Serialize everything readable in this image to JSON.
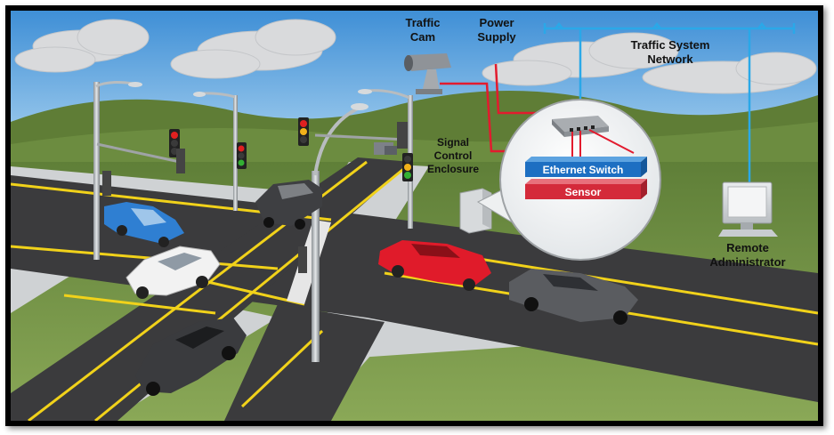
{
  "labels": {
    "traffic_cam_line1": "Traffic",
    "traffic_cam_line2": "Cam",
    "power_supply_line1": "Power",
    "power_supply_line2": "Supply",
    "network_line1": "Traffic System",
    "network_line2": "Network",
    "enclosure_line1": "Signal",
    "enclosure_line2": "Control",
    "enclosure_line3": "Enclosure",
    "ethernet_switch": "Ethernet Switch",
    "sensor": "Sensor",
    "admin_line1": "Remote",
    "admin_line2": "Administrator"
  },
  "colors": {
    "sky": "#7fb8e6",
    "grass": "#6f8f45",
    "road": "#3a3a3a",
    "lane_yellow": "#f1d21a",
    "network_cable": "#2aa8e8",
    "power_cable": "#e21b2e",
    "switch_blue": "#1d6fc2",
    "sensor_red": "#d42a3a"
  }
}
